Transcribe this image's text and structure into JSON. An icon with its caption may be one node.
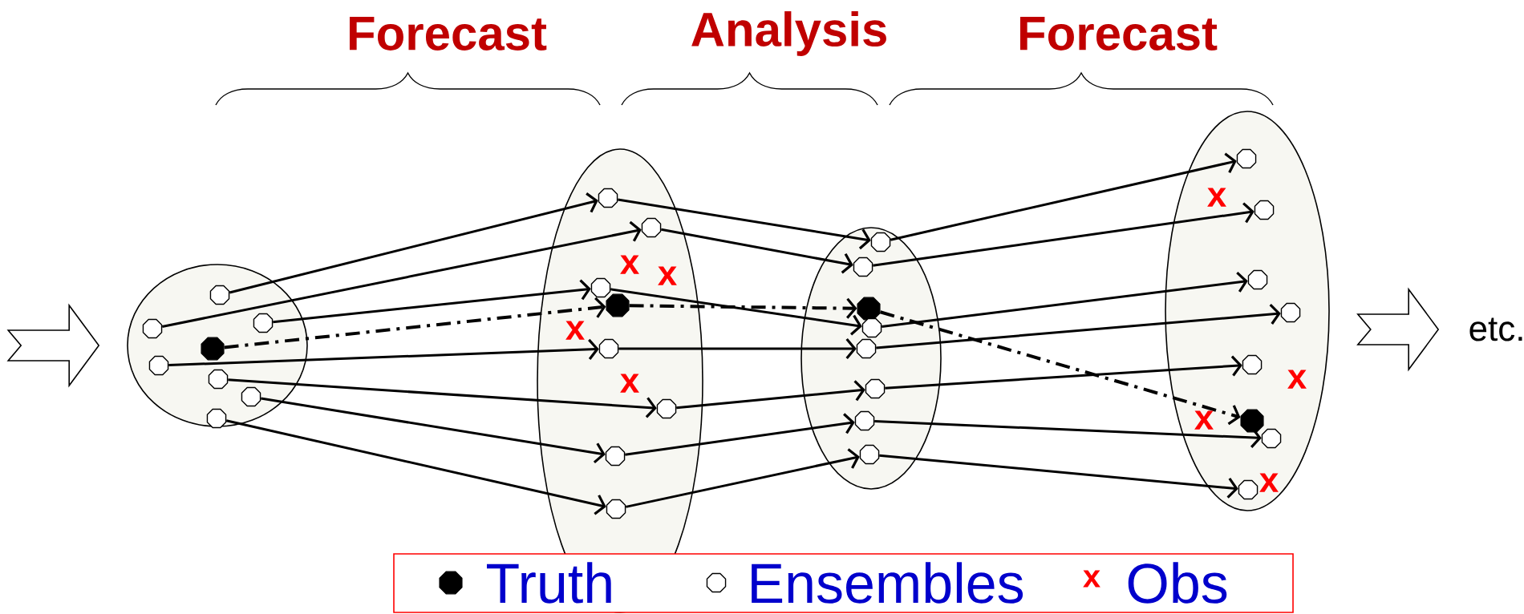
{
  "diagram": {
    "nodes": [
      {
        "text": [],
        "shape": "ellipse"
      },
      {
        "text": [],
        "shape": "octagon",
        "in": 0
      },
      {
        "text": [],
        "shape": "octagon",
        "in": 0
      },
      {
        "text": [],
        "shape": "octagon",
        "in": 0
      },
      {
        "text": [],
        "shape": "filled-octagon",
        "in": 0
      },
      {
        "text": [],
        "shape": "octagon",
        "in": 0
      },
      {
        "text": [],
        "shape": "octagon",
        "in": 0
      },
      {
        "text": [],
        "shape": "octagon",
        "in": 0
      },
      {
        "text": [],
        "shape": "octagon",
        "in": 0
      },
      {
        "text": [],
        "shape": "ellipse"
      },
      {
        "text": [],
        "shape": "octagon",
        "in": 9
      },
      {
        "text": [],
        "shape": "octagon",
        "in": 9
      },
      {
        "text": [],
        "shape": "octagon",
        "in": 9
      },
      {
        "text": [],
        "shape": "filled-octagon",
        "in": 9
      },
      {
        "text": [],
        "shape": "octagon",
        "in": 9
      },
      {
        "text": [],
        "shape": "octagon",
        "in": 9
      },
      {
        "text": [],
        "shape": "octagon",
        "in": 9
      },
      {
        "text": [],
        "shape": "octagon",
        "in": 9
      },
      {
        "text": [],
        "shape": "ellipse"
      },
      {
        "text": [],
        "shape": "octagon",
        "in": 18
      },
      {
        "text": [],
        "shape": "octagon",
        "in": 18
      },
      {
        "text": [],
        "shape": "filled-octagon",
        "in": 18
      },
      {
        "text": [],
        "shape": "octagon",
        "in": 18
      },
      {
        "text": [],
        "shape": "octagon",
        "in": 18
      },
      {
        "text": [],
        "shape": "octagon",
        "in": 18
      },
      {
        "text": [],
        "shape": "octagon",
        "in": 18
      },
      {
        "text": [],
        "shape": "octagon",
        "in": 18
      },
      {
        "text": [],
        "shape": "ellipse"
      },
      {
        "text": [],
        "shape": "octagon",
        "in": 27
      },
      {
        "text": [],
        "shape": "octagon",
        "in": 27
      },
      {
        "text": [],
        "shape": "octagon",
        "in": 27
      },
      {
        "text": [],
        "shape": "octagon",
        "in": 27
      },
      {
        "text": [],
        "shape": "octagon",
        "in": 27
      },
      {
        "text": [],
        "shape": "filled-octagon",
        "in": 27
      },
      {
        "text": [],
        "shape": "octagon",
        "in": 27
      },
      {
        "text": [],
        "shape": "octagon",
        "in": 27
      },
      {
        "text": [
          "etc."
        ]
      }
    ],
    "edges": [
      {
        "from": null,
        "to": 0,
        "arrow": "to"
      },
      {
        "from": 1,
        "to": 10,
        "arrow": "to"
      },
      {
        "from": 3,
        "to": 11,
        "arrow": "to"
      },
      {
        "from": 2,
        "to": 12,
        "arrow": "to"
      },
      {
        "from": 4,
        "to": 13,
        "arrow": "to",
        "style": "dashed"
      },
      {
        "from": 5,
        "to": 14,
        "arrow": "to"
      },
      {
        "from": 6,
        "to": 15,
        "arrow": "to"
      },
      {
        "from": 7,
        "to": 16,
        "arrow": "to"
      },
      {
        "from": 8,
        "to": 17,
        "arrow": "to"
      },
      {
        "from": 10,
        "to": 19,
        "arrow": "to"
      },
      {
        "from": 11,
        "to": 20,
        "arrow": "to"
      },
      {
        "from": 12,
        "to": 22,
        "arrow": "to"
      },
      {
        "from": 13,
        "to": 21,
        "arrow": "to",
        "style": "dashed"
      },
      {
        "from": 14,
        "to": 23,
        "arrow": "to"
      },
      {
        "from": 15,
        "to": 24,
        "arrow": "to"
      },
      {
        "from": 16,
        "to": 25,
        "arrow": "to"
      },
      {
        "from": 17,
        "to": 26,
        "arrow": "to"
      },
      {
        "from": 19,
        "to": 28,
        "arrow": "to"
      },
      {
        "from": 20,
        "to": 29,
        "arrow": "to"
      },
      {
        "from": 22,
        "to": 30,
        "arrow": "to"
      },
      {
        "from": 23,
        "to": 31,
        "arrow": "to"
      },
      {
        "from": 24,
        "to": 32,
        "arrow": "to"
      },
      {
        "from": 21,
        "to": 33,
        "arrow": "to",
        "style": "dashed"
      },
      {
        "from": 25,
        "to": 34,
        "arrow": "to"
      },
      {
        "from": 26,
        "to": 35,
        "arrow": "to"
      },
      {
        "from": 27,
        "to": 36,
        "arrow": "to"
      }
    ],
    "labels": [
      "Forecast",
      "Analysis",
      "Forecast",
      "x",
      "x",
      "x",
      "x",
      "x",
      "x",
      "x",
      "x",
      "x"
    ],
    "legend": [
      {
        "text": "Truth"
      },
      {
        "text": "Ensembles"
      },
      {
        "text": "Obs"
      }
    ]
  }
}
